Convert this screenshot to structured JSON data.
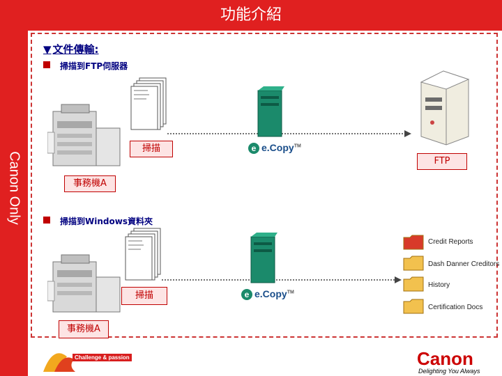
{
  "header": {
    "title": "功能介紹"
  },
  "sidebar": {
    "vertical_text": "Canon Only"
  },
  "section": {
    "marker": "▼",
    "title": "文件傳輸:"
  },
  "bullets": [
    {
      "text": "掃描到FTP伺服器"
    },
    {
      "text": "掃描到Windows資料夾"
    }
  ],
  "flow1": {
    "scan_label": "掃描",
    "device_label": "事務機A",
    "ecopy_label": "e.Copy",
    "server_label": "FTP"
  },
  "flow2": {
    "scan_label": "掃描",
    "device_label": "事務機A",
    "ecopy_label": "e.Copy"
  },
  "folders": [
    {
      "label": "Credit Reports",
      "color": "#d83a2a"
    },
    {
      "label": "Dash Danner Creditors",
      "color": "#f2c14e"
    },
    {
      "label": "History",
      "color": "#f2c14e"
    },
    {
      "label": "Certification Docs",
      "color": "#f2c14e"
    }
  ],
  "footer": {
    "brand": "Canon",
    "tagline": "Delighting You Always",
    "campaign": "Challenge & passion"
  },
  "colors": {
    "brand_red": "#e02020",
    "label_border": "#c00000",
    "ecopy_green": "#1b8a6b"
  },
  "icons": [
    "printer-icon",
    "document-stack-icon",
    "server-icon",
    "ftp-server-icon",
    "folder-icon",
    "canon-logo"
  ]
}
